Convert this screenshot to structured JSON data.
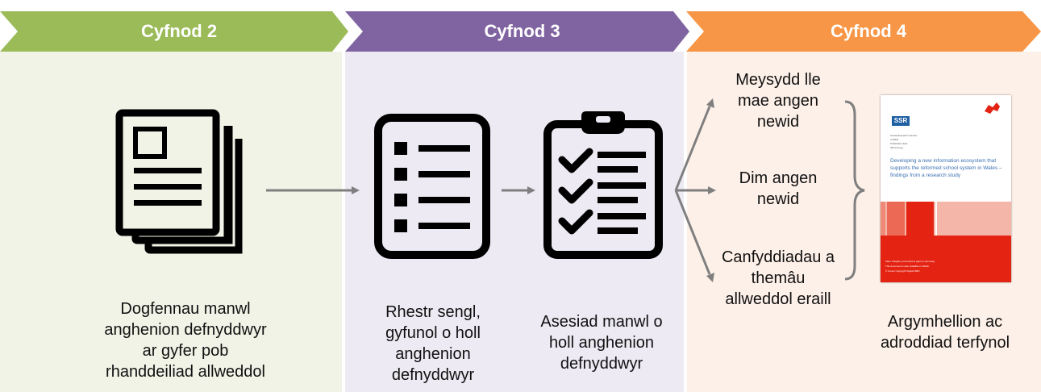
{
  "phases": [
    {
      "id": "2",
      "label": "Cyfnod 2",
      "color": "#9bbb59",
      "bg": "#f0f3e6"
    },
    {
      "id": "3",
      "label": "Cyfnod 3",
      "color": "#8064a2",
      "bg": "#edeaf3"
    },
    {
      "id": "4",
      "label": "Cyfnod 4",
      "color": "#f79646",
      "bg": "#fdf0e8"
    }
  ],
  "captions": {
    "documents": "Dogfennau manwl anghenion defnyddwyr ar gyfer pob rhanddeiliad allweddol",
    "single_list": "Rhestr sengl, gyfunol o holl anghenion defnyddwyr",
    "assessment": "Asesiad manwl o holl anghenion defnyddwyr",
    "recommendations": "Argymhellion ac adroddiad terfynol"
  },
  "outcomes": [
    "Meysydd lle mae angen newid",
    "Dim angen newid",
    "Canfyddiadau a themâu allweddol eraill"
  ],
  "report": {
    "logo": "SSR",
    "series_lines": [
      "Social Research Number:",
      "xx/2021",
      "Publication date:",
      "dd/mm/yyyy"
    ],
    "title": "Developing a new information ecosystem that supports the reformed school system in Wales – findings from a research study",
    "footer_lines": [
      "Mae'r ddogfen yma hefyd ar gael yn Gymraeg.",
      "This document is also available in Welsh.",
      "© Crown Copyright   Digital ISBN"
    ]
  },
  "icons": [
    "documents-icon",
    "list-icon",
    "clipboard-checklist-icon",
    "report-cover-image"
  ]
}
